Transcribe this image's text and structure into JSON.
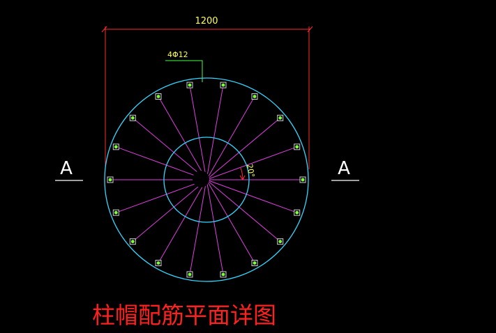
{
  "drawing": {
    "dimension_text": "1200",
    "rebar_label": "4Φ12",
    "angle_label": "20°",
    "section_left": "A",
    "section_right": "A",
    "title": "柱帽配筋平面详图"
  },
  "rebar": {
    "count": 18,
    "angle_step_deg": 20
  },
  "colors": {
    "background": "#000000",
    "dimension": "#ff2a2a",
    "dimension_text": "#ffff55",
    "outer_circle": "#35d6ff",
    "inner_circle": "#35d6ff",
    "rebar_line": "#e040e0",
    "rebar_box": "#d0d0d0",
    "rebar_dot": "#7cff3a",
    "leader": "#45ff45",
    "label_text": "#ffff55",
    "section_text": "#ffffff",
    "title_text": "#ff2020",
    "angle_arc": "#ff3030",
    "center_dot": "#000000"
  }
}
